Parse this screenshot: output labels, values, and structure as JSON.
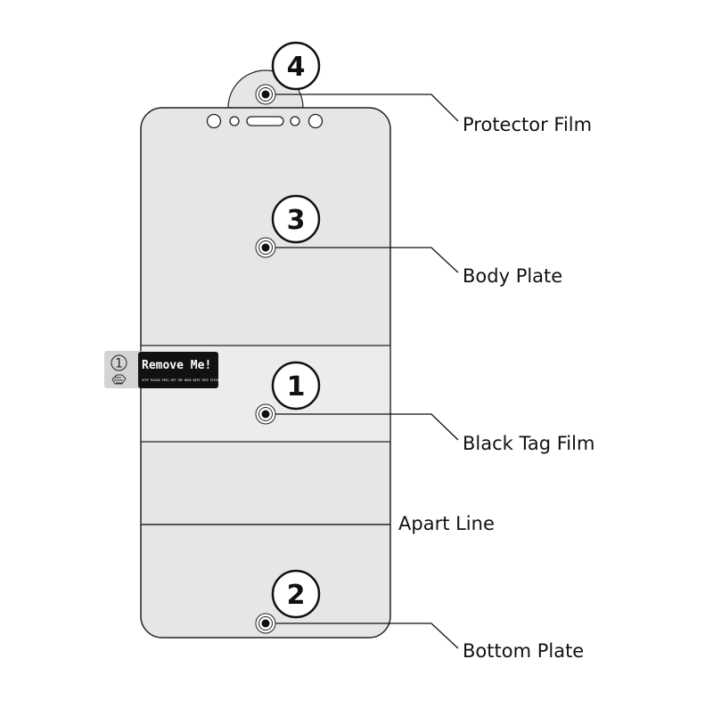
{
  "labels": {
    "protector_film": "Protector Film",
    "body_plate": "Body Plate",
    "black_tag_film": "Black Tag Film",
    "apart_line": "Apart Line",
    "bottom_plate": "Bottom Plate"
  },
  "step_numbers": {
    "protector": "4",
    "body": "3",
    "black_tag": "1",
    "bottom": "2"
  },
  "tag": {
    "step": "1",
    "title": "Remove Me!",
    "subtitle": "STEP PLEASE PEEL OFF THE BASE WITH THIS STICKER"
  },
  "colors": {
    "film_fill": "#e6e6e6",
    "outline": "#222222",
    "tag_background": "#111111",
    "tag_holder": "#d4d4d4"
  }
}
